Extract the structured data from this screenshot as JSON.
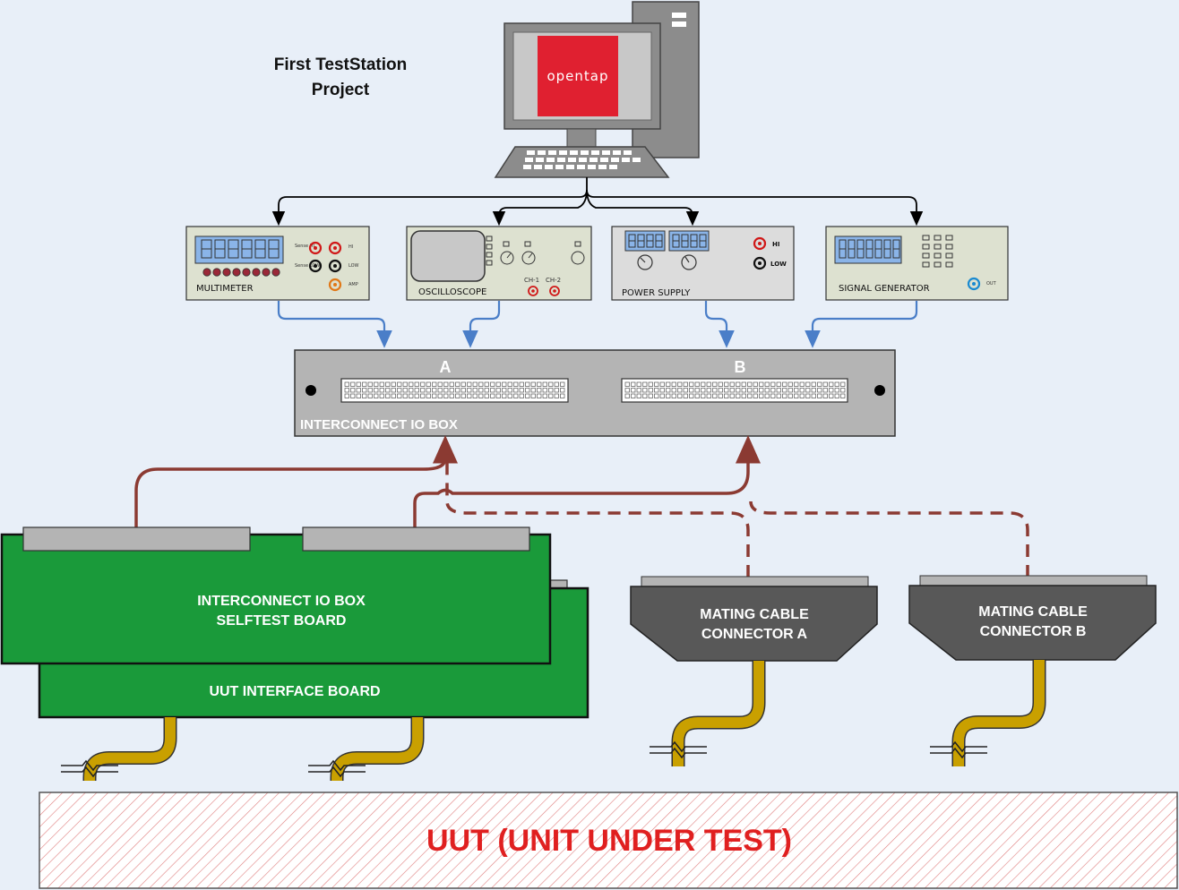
{
  "title": {
    "line1": "First  TestStation",
    "line2": "Project"
  },
  "computer": {
    "logo_text": "opentap",
    "logo_color": "#e02030"
  },
  "instruments": {
    "multimeter": {
      "label": "MULTIMETER",
      "sense_hi": "Sense HI",
      "sense_low": "Sense LOW",
      "hi": "HI",
      "low": "LOW",
      "amp": "AMP"
    },
    "oscilloscope": {
      "label": "OSCILLOSCOPE",
      "ch1": "CH-1",
      "ch2": "CH-2"
    },
    "power_supply": {
      "label": "POWER SUPPLY",
      "hi": "HI",
      "low": "LOW"
    },
    "signal_generator": {
      "label": "SIGNAL GENERATOR",
      "out": "OUT"
    }
  },
  "io_box": {
    "label": "INTERCONNECT IO BOX",
    "port_a": "A",
    "port_b": "B"
  },
  "boards": {
    "selftest_line1": "INTERCONNECT IO BOX",
    "selftest_line2": "SELFTEST BOARD",
    "uut_interface": "UUT INTERFACE BOARD",
    "board_color": "#1a9a3a"
  },
  "mating_cables": {
    "a_line1": "MATING CABLE",
    "a_line2": "CONNECTOR A",
    "b_line1": "MATING CABLE",
    "b_line2": "CONNECTOR B"
  },
  "uut": {
    "label": "UUT  (UNIT UNDER TEST)",
    "color": "#e02020"
  },
  "colors": {
    "blue_link": "#4a7ec8",
    "red_link": "#8b3a32",
    "cable": "#c9a000",
    "background": "#e8eff8"
  }
}
